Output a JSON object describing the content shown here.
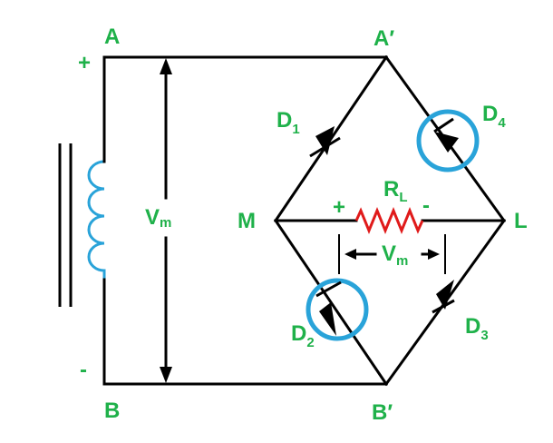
{
  "colors": {
    "label_green": "#1fb14a",
    "coil_blue": "#29a3d9",
    "resistor_red": "#e01a1a",
    "highlight_ring": "#29a3d9",
    "wire": "#000000"
  },
  "labels": {
    "A": "A",
    "A_prime": "A′",
    "B": "B",
    "B_prime": "B′",
    "M": "M",
    "L": "L",
    "plus_source": "+",
    "minus_source": "-",
    "plus_load": "+",
    "minus_load": "-",
    "Vm_source": {
      "main": "V",
      "sub": "m"
    },
    "Vm_load": {
      "main": "V",
      "sub": "m"
    },
    "RL": {
      "main": "R",
      "sub": "L"
    },
    "D1": {
      "main": "D",
      "sub": "1"
    },
    "D2": {
      "main": "D",
      "sub": "2"
    },
    "D3": {
      "main": "D",
      "sub": "3"
    },
    "D4": {
      "main": "D",
      "sub": "4"
    }
  },
  "highlighted_diodes": [
    "D2",
    "D4"
  ]
}
